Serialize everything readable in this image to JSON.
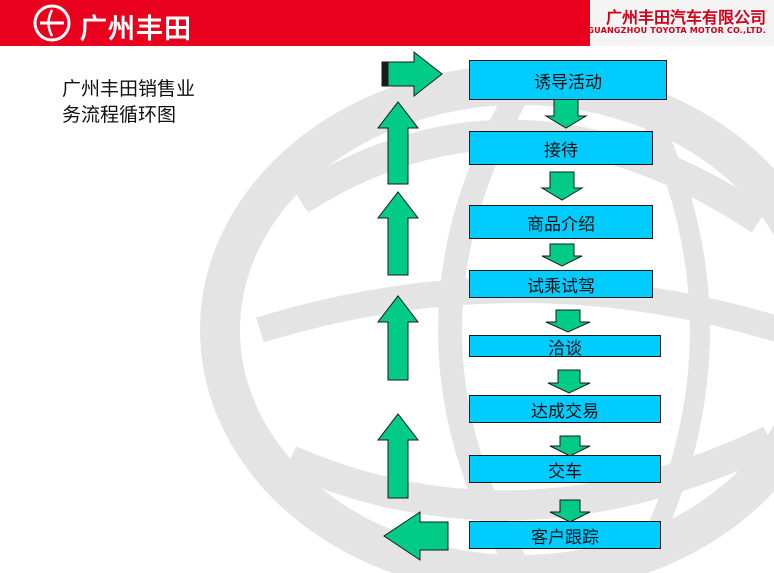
{
  "header": {
    "logo_text": "广州丰田",
    "company_cn": "广州丰田汽车有限公司",
    "company_en": "GUANGZHOU TOYOTA MOTOR CO.,LTD."
  },
  "title_lines": [
    "广州丰田销售业",
    "务流程循环图"
  ],
  "steps": [
    "诱导活动",
    "接待",
    "商品介绍",
    "试乘试驾",
    "洽谈",
    "达成交易",
    "交车",
    "客户跟踪"
  ],
  "colors": {
    "header_red": "#e8001c",
    "step_fill": "#00ccff",
    "arrow_green": "#00cc88"
  },
  "icons": [
    "toyota-gz-logo-icon"
  ]
}
